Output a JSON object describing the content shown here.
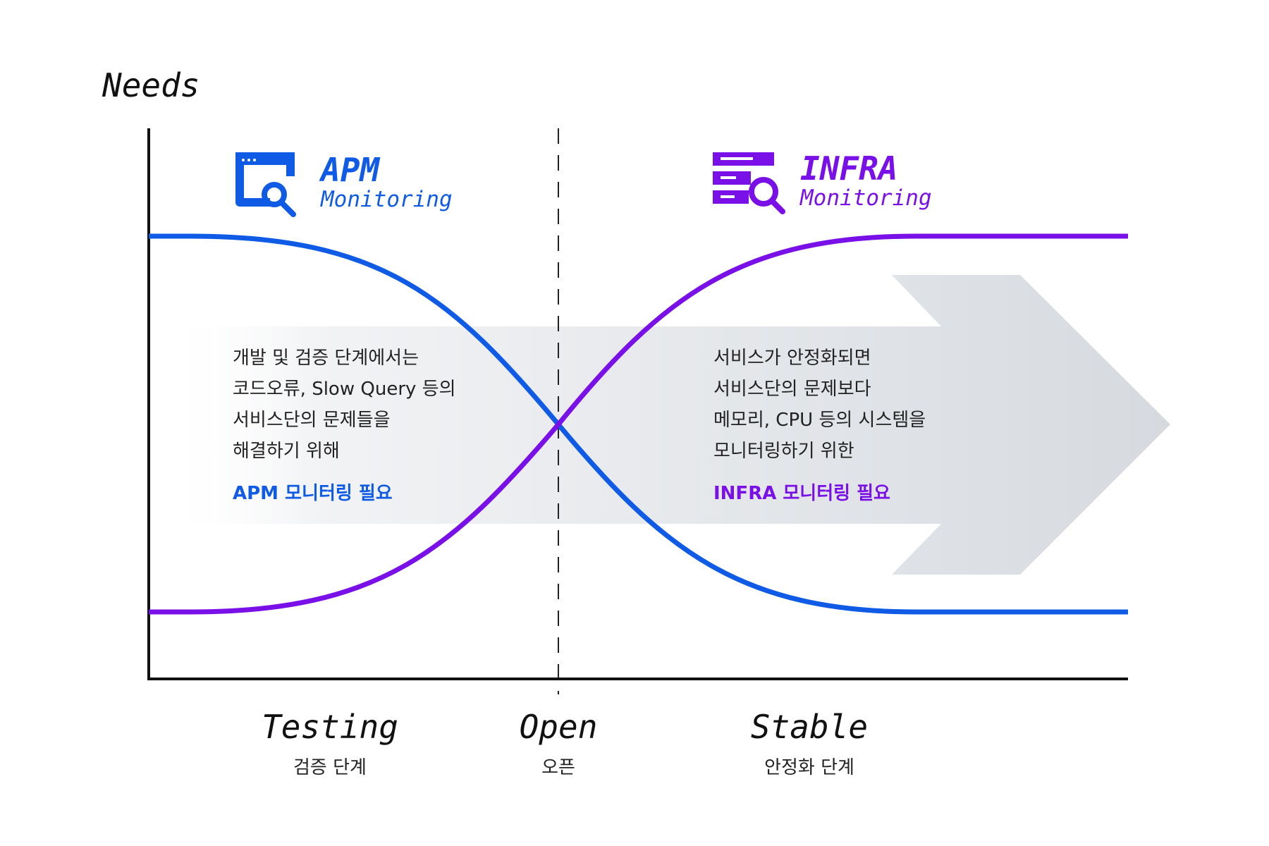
{
  "axis": {
    "y_label": "Needs"
  },
  "apm": {
    "title": "APM",
    "subtitle": "Monitoring",
    "icon": "browser-search-icon",
    "color": "#0f5be6",
    "description": [
      "개발 및 검증 단계에서는",
      "코드오류, Slow Query 등의",
      "서비스단의 문제들을",
      "해결하기 위해"
    ],
    "emphasis": "APM 모니터링 필요"
  },
  "infra": {
    "title": "INFRA",
    "subtitle": "Monitoring",
    "icon": "server-search-icon",
    "color": "#7a10e8",
    "description": [
      "서비스가 안정화되면",
      "서비스단의 문제보다",
      "메모리, CPU 등의 시스템을",
      "모니터링하기 위한"
    ],
    "emphasis": "INFRA 모니터링 필요"
  },
  "stages": [
    {
      "name": "Testing",
      "label": "검증 단계"
    },
    {
      "name": "Open",
      "label": "오픈"
    },
    {
      "name": "Stable",
      "label": "안정화 단계"
    }
  ],
  "colors": {
    "axis": "#111111",
    "arrow": "#d9dde1",
    "text": "#222222"
  }
}
